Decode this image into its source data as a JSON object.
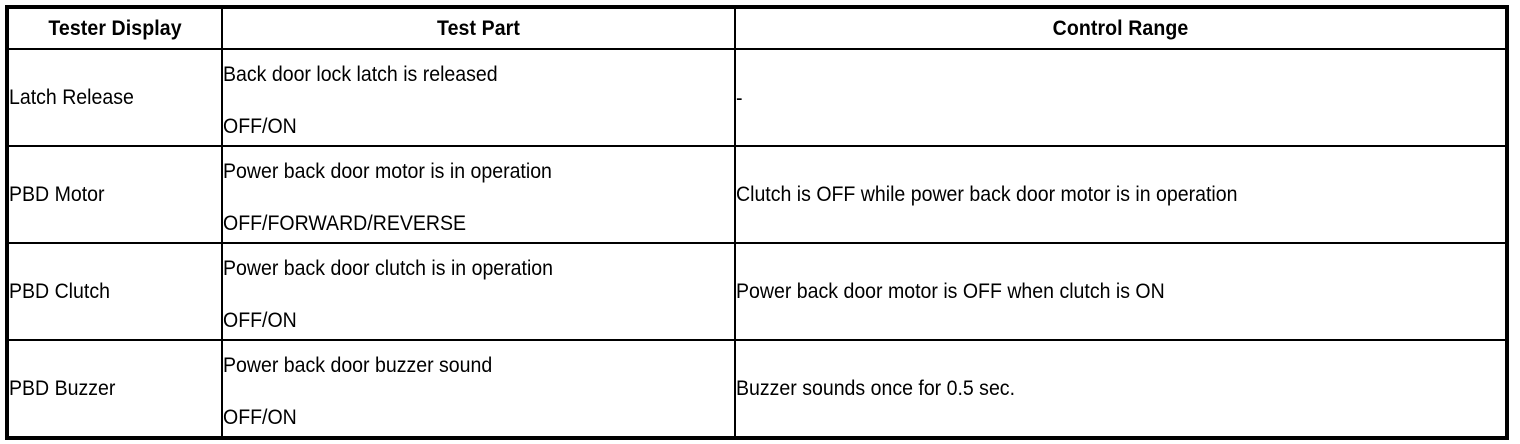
{
  "table": {
    "columns": [
      {
        "key": "tester_display",
        "label": "Tester Display"
      },
      {
        "key": "test_part",
        "label": "Test Part"
      },
      {
        "key": "control_range",
        "label": "Control Range"
      }
    ],
    "rows": [
      {
        "tester_display": "Latch Release",
        "test_part_description": "Back door lock latch is released",
        "test_part_states": "OFF/ON",
        "control_range": "-"
      },
      {
        "tester_display": "PBD Motor",
        "test_part_description": "Power back door motor is in operation",
        "test_part_states": "OFF/FORWARD/REVERSE",
        "control_range": "Clutch is OFF while power back door motor is in operation"
      },
      {
        "tester_display": "PBD Clutch",
        "test_part_description": "Power back door clutch is in operation",
        "test_part_states": "OFF/ON",
        "control_range": "Power back door motor is OFF when clutch is ON"
      },
      {
        "tester_display": "PBD Buzzer",
        "test_part_description": "Power back door buzzer sound",
        "test_part_states": "OFF/ON",
        "control_range": "Buzzer sounds once for 0.5 sec."
      }
    ]
  },
  "colors": {
    "border": "#000000",
    "text": "#000000",
    "background": "#ffffff"
  }
}
